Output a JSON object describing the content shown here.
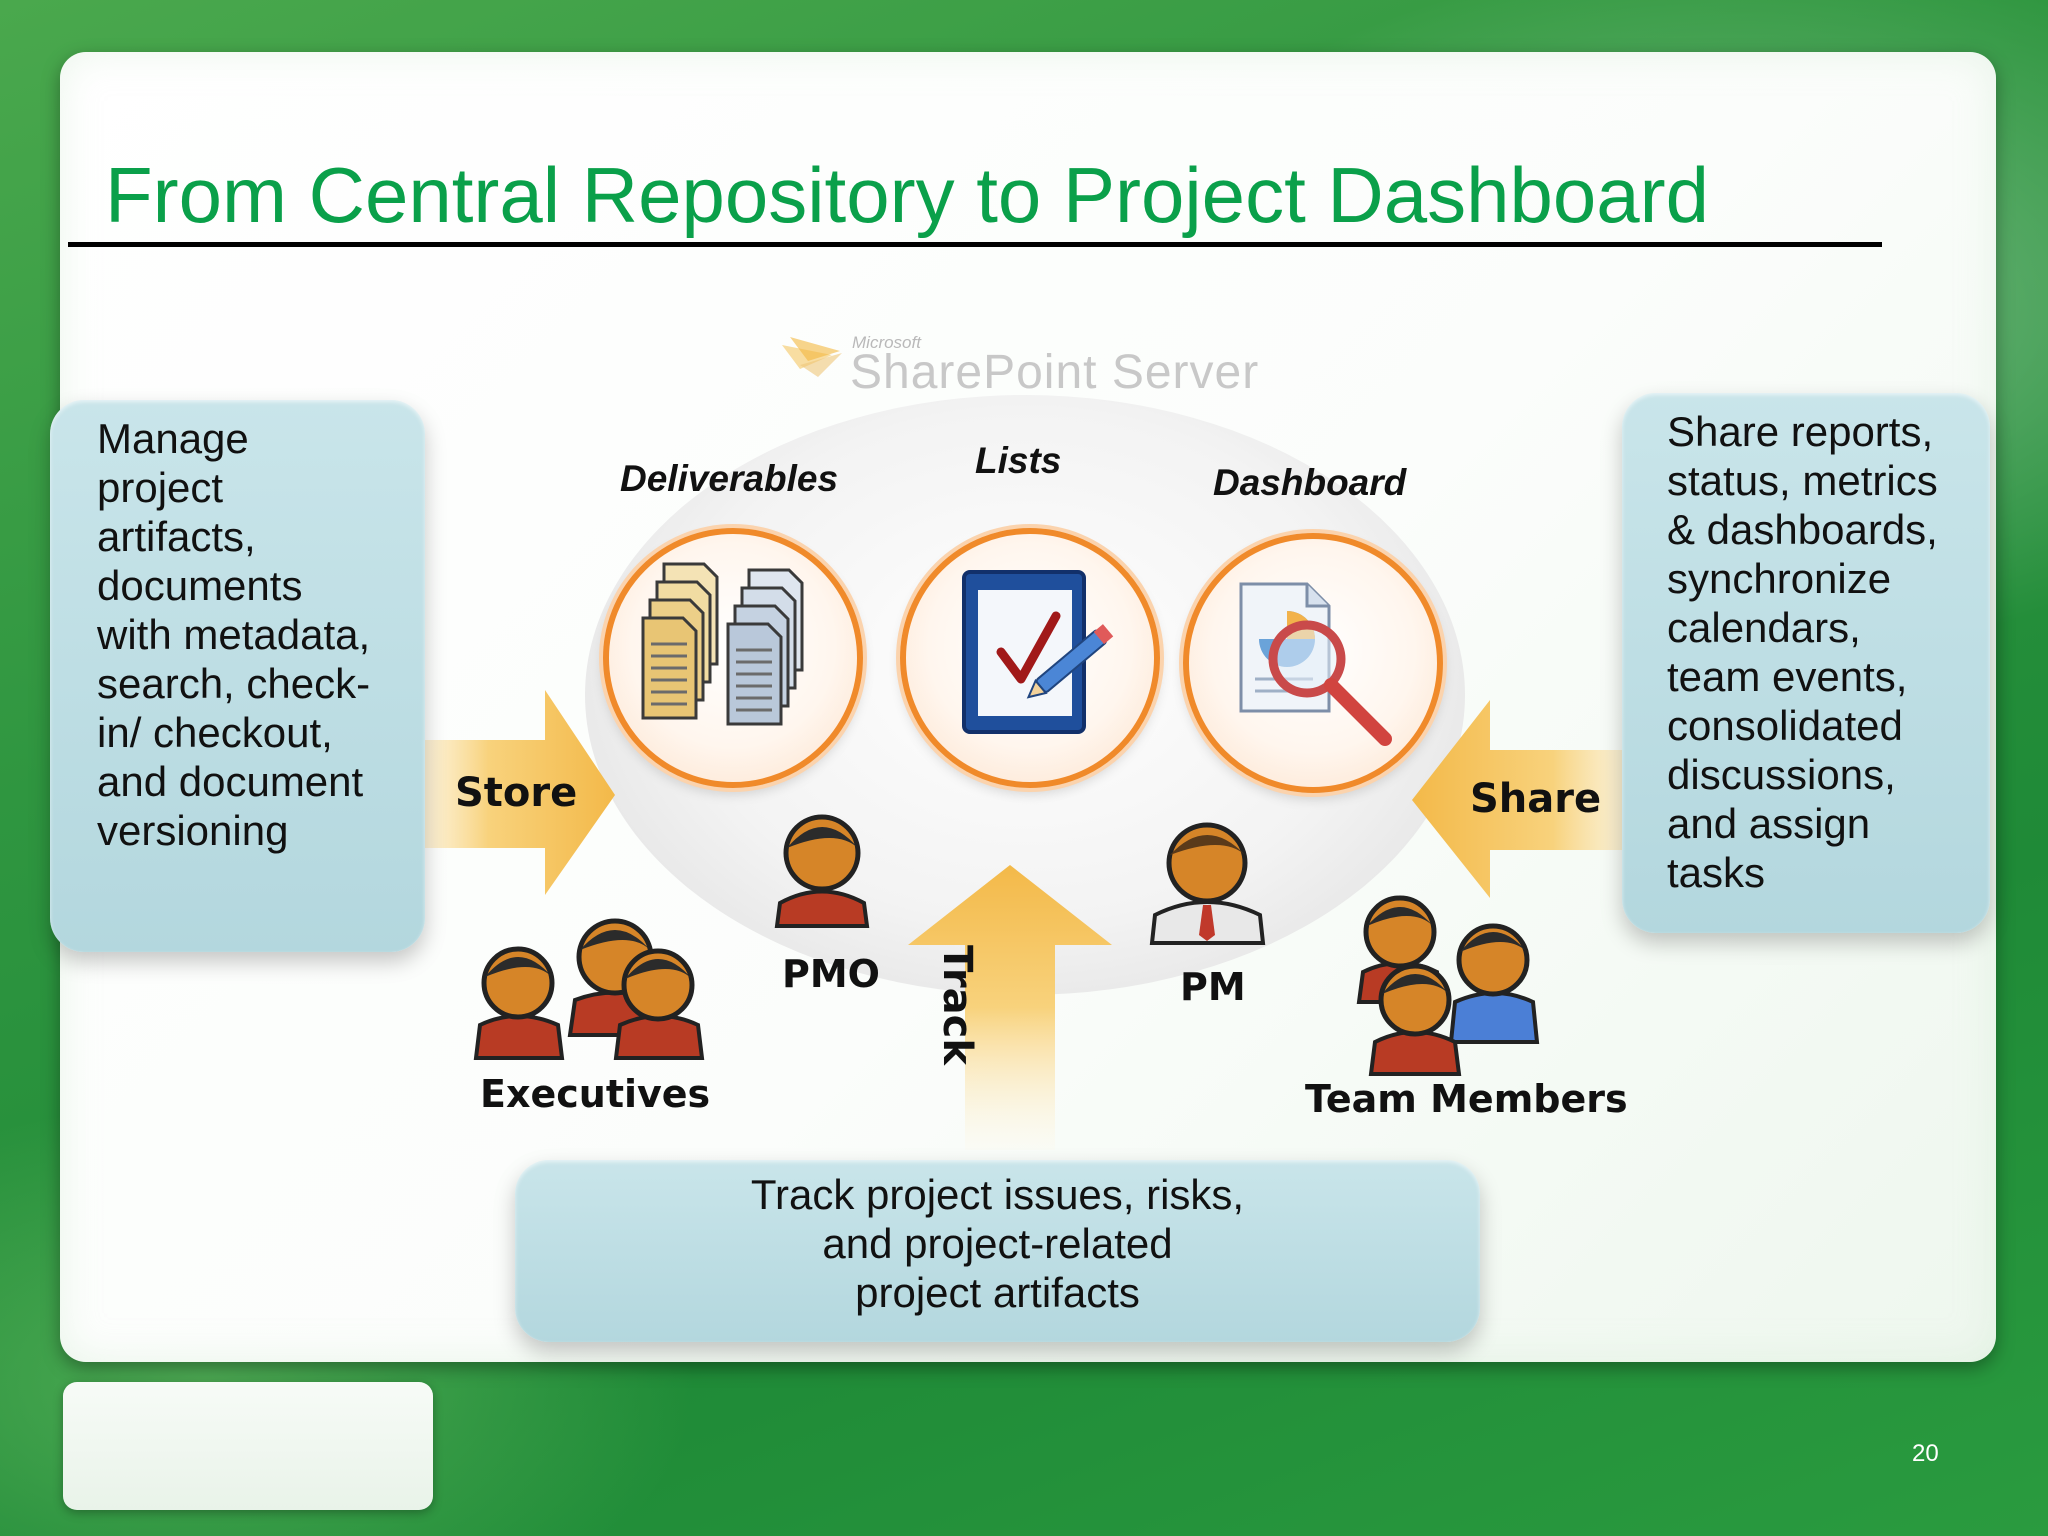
{
  "slide": {
    "title": "From Central Repository to Project Dashboard",
    "page_number": "20"
  },
  "logo": {
    "small_text": "Microsoft",
    "main_text": "SharePoint Server"
  },
  "left_box": {
    "lines": [
      "Manage",
      "project",
      "artifacts,",
      "documents",
      "with metadata,",
      "search, check-",
      "in/ checkout,",
      "and document",
      "versioning"
    ]
  },
  "right_box": {
    "lines": [
      "Share reports,",
      "status, metrics",
      "& dashboards,",
      "synchronize",
      "calendars,",
      "team events,",
      "consolidated",
      "discussions,",
      "and assign",
      "tasks"
    ]
  },
  "bottom_box": {
    "lines": [
      "Track project issues, risks,",
      "and project-related",
      "project artifacts"
    ]
  },
  "categories": {
    "deliverables": "Deliverables",
    "lists": "Lists",
    "dashboard": "Dashboard"
  },
  "arrows": {
    "store": "Store",
    "share": "Share",
    "track": "Track"
  },
  "roles": {
    "executives": "Executives",
    "pmo": "PMO",
    "pm": "PM",
    "team_members": "Team Members"
  },
  "icons": {
    "deliverables": "documents-stack-icon",
    "lists": "checklist-pen-icon",
    "dashboard": "report-magnifier-icon",
    "people": "person-icon"
  },
  "colors": {
    "title": "#0aa04a",
    "circle_border": "#f08a2a",
    "arrow": "#f7c55b",
    "box": "#c1dfe5",
    "background": "#2f9640"
  }
}
